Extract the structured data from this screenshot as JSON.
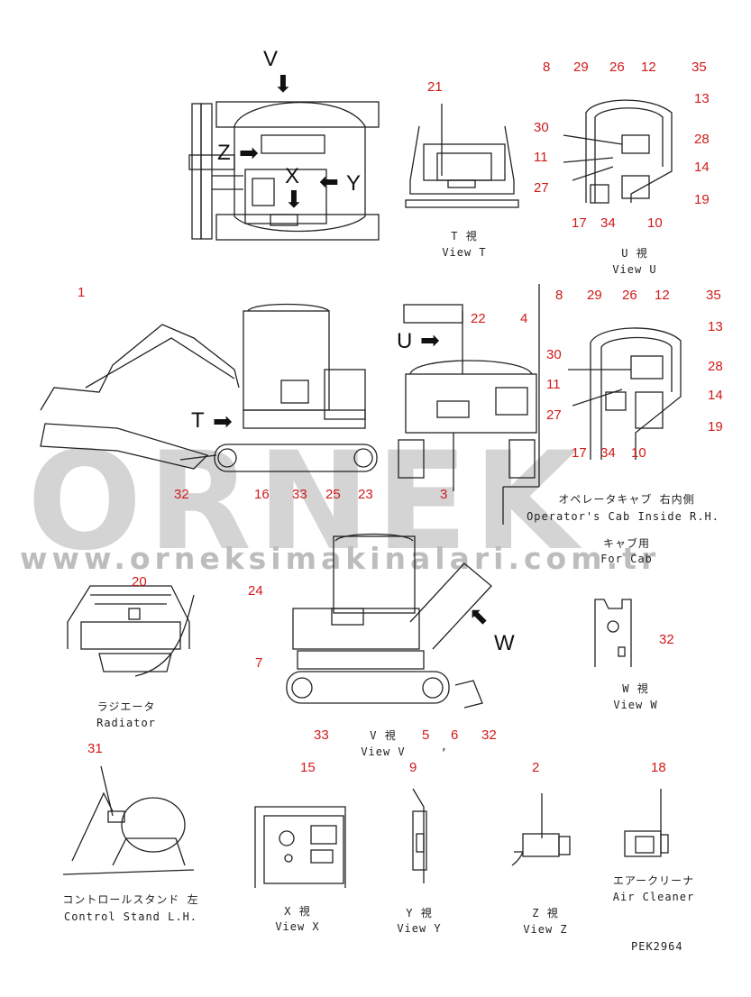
{
  "watermark": {
    "brand": "ORNEK",
    "url": "www.orneksimakinalari.com.tr"
  },
  "views": {
    "t": {
      "ja": "T 視",
      "en": "View T"
    },
    "u": {
      "ja": "U 視",
      "en": "View U"
    },
    "v": {
      "ja": "V 視",
      "en": "View V"
    },
    "w": {
      "ja": "W 視",
      "en": "View W"
    },
    "x": {
      "ja": "X 視",
      "en": "View X"
    },
    "y": {
      "ja": "Y 視",
      "en": "View Y"
    },
    "z": {
      "ja": "Z 視",
      "en": "View Z"
    }
  },
  "captions": {
    "operator_cab_ja": "オペレータキャブ 右内側",
    "operator_cab_en": "Operator's Cab Inside R.H.",
    "for_cab_ja": "キャブ用",
    "for_cab_en": "For Cab",
    "radiator_ja": "ラジエータ",
    "radiator_en": "Radiator",
    "control_stand_ja": "コントロールスタンド 左",
    "control_stand_en": "Control Stand L.H.",
    "air_cleaner_ja": "エアークリーナ",
    "air_cleaner_en": "Air Cleaner",
    "comma": ","
  },
  "view_letters": {
    "v": "V",
    "z": "Z",
    "x": "X",
    "y": "Y",
    "u": "U",
    "t": "T",
    "w": "W"
  },
  "part_numbers": {
    "p21": "21",
    "p8a": "8",
    "p29a": "29",
    "p26a": "26",
    "p12a": "12",
    "p35a": "35",
    "p13a": "13",
    "p30a": "30",
    "p28a": "28",
    "p11a": "11",
    "p14a": "14",
    "p27a": "27",
    "p19a": "19",
    "p17a": "17",
    "p34a": "34",
    "p10a": "10",
    "p1": "1",
    "p22": "22",
    "p4": "4",
    "p8b": "8",
    "p29b": "29",
    "p26b": "26",
    "p12b": "12",
    "p35b": "35",
    "p13b": "13",
    "p30b": "30",
    "p28b": "28",
    "p11b": "11",
    "p14b": "14",
    "p27b": "27",
    "p19b": "19",
    "p17b": "17",
    "p34b": "34",
    "p10b": "10",
    "p32a": "32",
    "p16": "16",
    "p33a": "33",
    "p25": "25",
    "p23": "23",
    "p3": "3",
    "p20": "20",
    "p24": "24",
    "p7": "7",
    "p33b": "33",
    "p5": "5",
    "p6": "6",
    "p32b": "32",
    "p32c": "32",
    "p31": "31",
    "p15": "15",
    "p9": "9",
    "p2": "2",
    "p18": "18"
  },
  "drawing_code": "PEK2964"
}
